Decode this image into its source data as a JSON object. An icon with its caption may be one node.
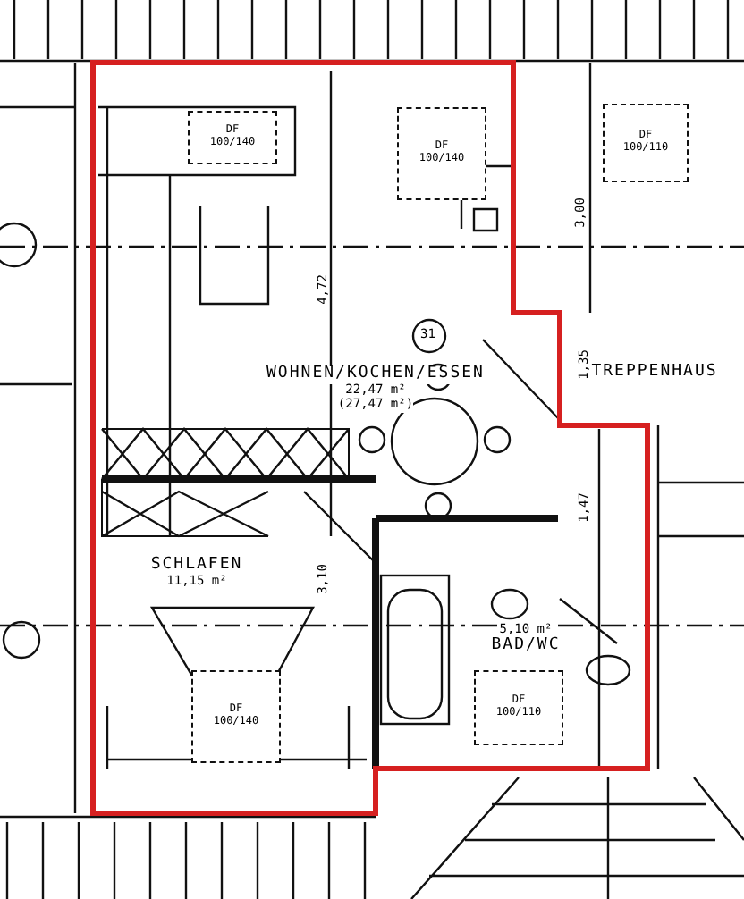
{
  "diagram": {
    "nodes": [
      {
        "text": [
          "WOHNEN/KOCHEN/ESSEN",
          "22,47 m²",
          "(27,47 m²)"
        ]
      },
      {
        "text": [
          "TREPPENHAUS"
        ]
      },
      {
        "text": [
          "SCHLAFEN",
          "11,15 m²"
        ]
      },
      {
        "text": [
          "5,10 m²",
          "BAD/WC"
        ]
      },
      {
        "text": [
          "DF",
          "100/140"
        ]
      },
      {
        "text": [
          "DF",
          "100/140"
        ]
      },
      {
        "text": [
          "DF",
          "100/110"
        ]
      },
      {
        "text": [
          "DF",
          "100/140"
        ]
      },
      {
        "text": [
          "DF",
          "100/110"
        ]
      }
    ],
    "edges": [],
    "labels": [
      "3,00",
      "31",
      "4,72",
      "1,35",
      "1,47",
      "3,10"
    ]
  }
}
